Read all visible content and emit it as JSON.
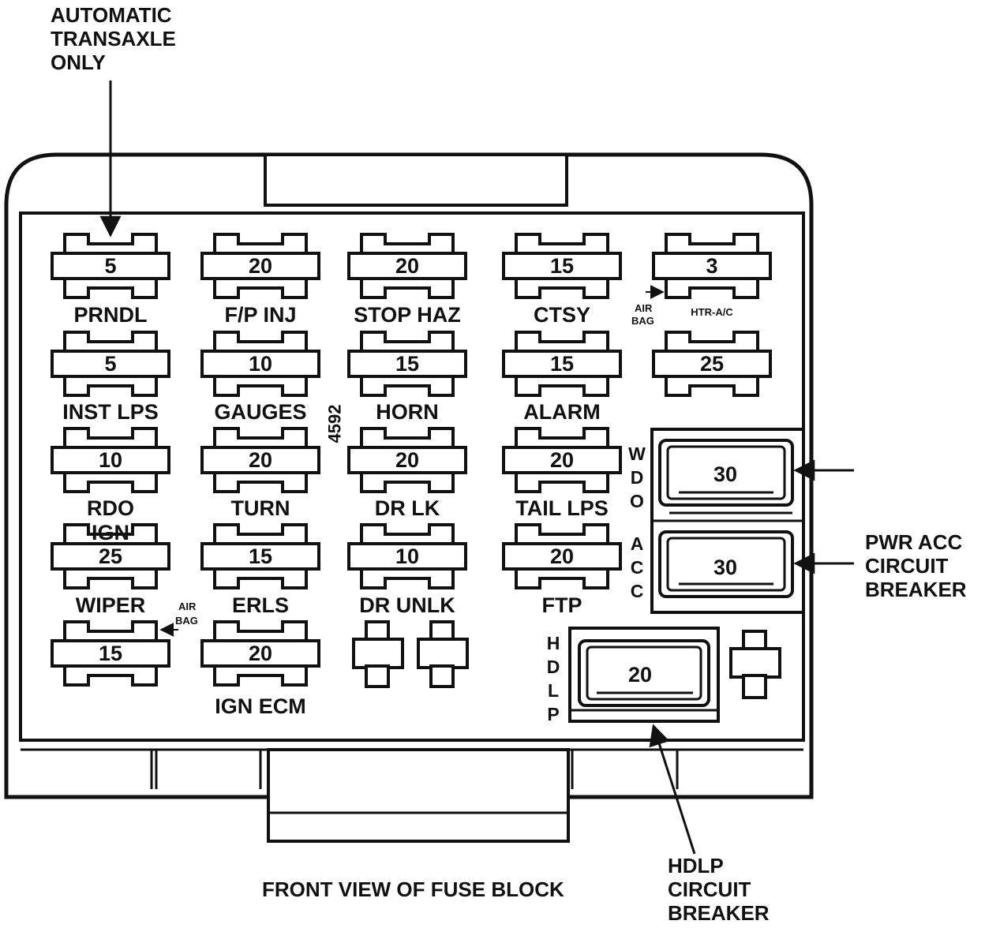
{
  "callouts": {
    "automatic_transaxle": [
      "AUTOMATIC",
      "TRANSAXLE",
      "ONLY"
    ],
    "pwr_acc_breaker": [
      "PWR ACC",
      "CIRCUIT",
      "BREAKER"
    ],
    "hdlp_breaker": [
      "HDLP",
      "CIRCUIT",
      "BREAKER"
    ]
  },
  "caption": "FRONT VIEW OF FUSE BLOCK",
  "part_number": "4592",
  "fuses": [
    {
      "amps": "5",
      "label": "PRNDL"
    },
    {
      "amps": "20",
      "label": "F/P INJ"
    },
    {
      "amps": "20",
      "label": "STOP HAZ"
    },
    {
      "amps": "15",
      "label": "CTSY"
    },
    {
      "amps": "3",
      "label": "HTR-A/C"
    },
    {
      "amps": "5",
      "label": "INST LPS"
    },
    {
      "amps": "10",
      "label": "GAUGES"
    },
    {
      "amps": "15",
      "label": "HORN"
    },
    {
      "amps": "15",
      "label": "ALARM"
    },
    {
      "amps": "25",
      "label": ""
    },
    {
      "amps": "10",
      "label": "RDO"
    },
    {
      "amps": "20",
      "label": "TURN"
    },
    {
      "amps": "20",
      "label": "DR LK"
    },
    {
      "amps": "20",
      "label": "TAIL LPS"
    },
    {
      "amps": "25",
      "label": "WIPER"
    },
    {
      "amps": "15",
      "label": "ERLS"
    },
    {
      "amps": "10",
      "label": "DR UNLK"
    },
    {
      "amps": "20",
      "label": "FTP"
    },
    {
      "amps": "15",
      "label": ""
    },
    {
      "amps": "20",
      "label": "IGN ECM"
    }
  ],
  "rdo_ign_label": "IGN",
  "air_bag_labels": [
    "AIR",
    "BAG"
  ],
  "breakers": [
    {
      "amps": "30",
      "side_label": [
        "W",
        "D",
        "O"
      ]
    },
    {
      "amps": "30",
      "side_label": [
        "A",
        "C",
        "C"
      ]
    },
    {
      "amps": "20",
      "side_label": [
        "H",
        "D",
        "L",
        "P"
      ]
    }
  ]
}
